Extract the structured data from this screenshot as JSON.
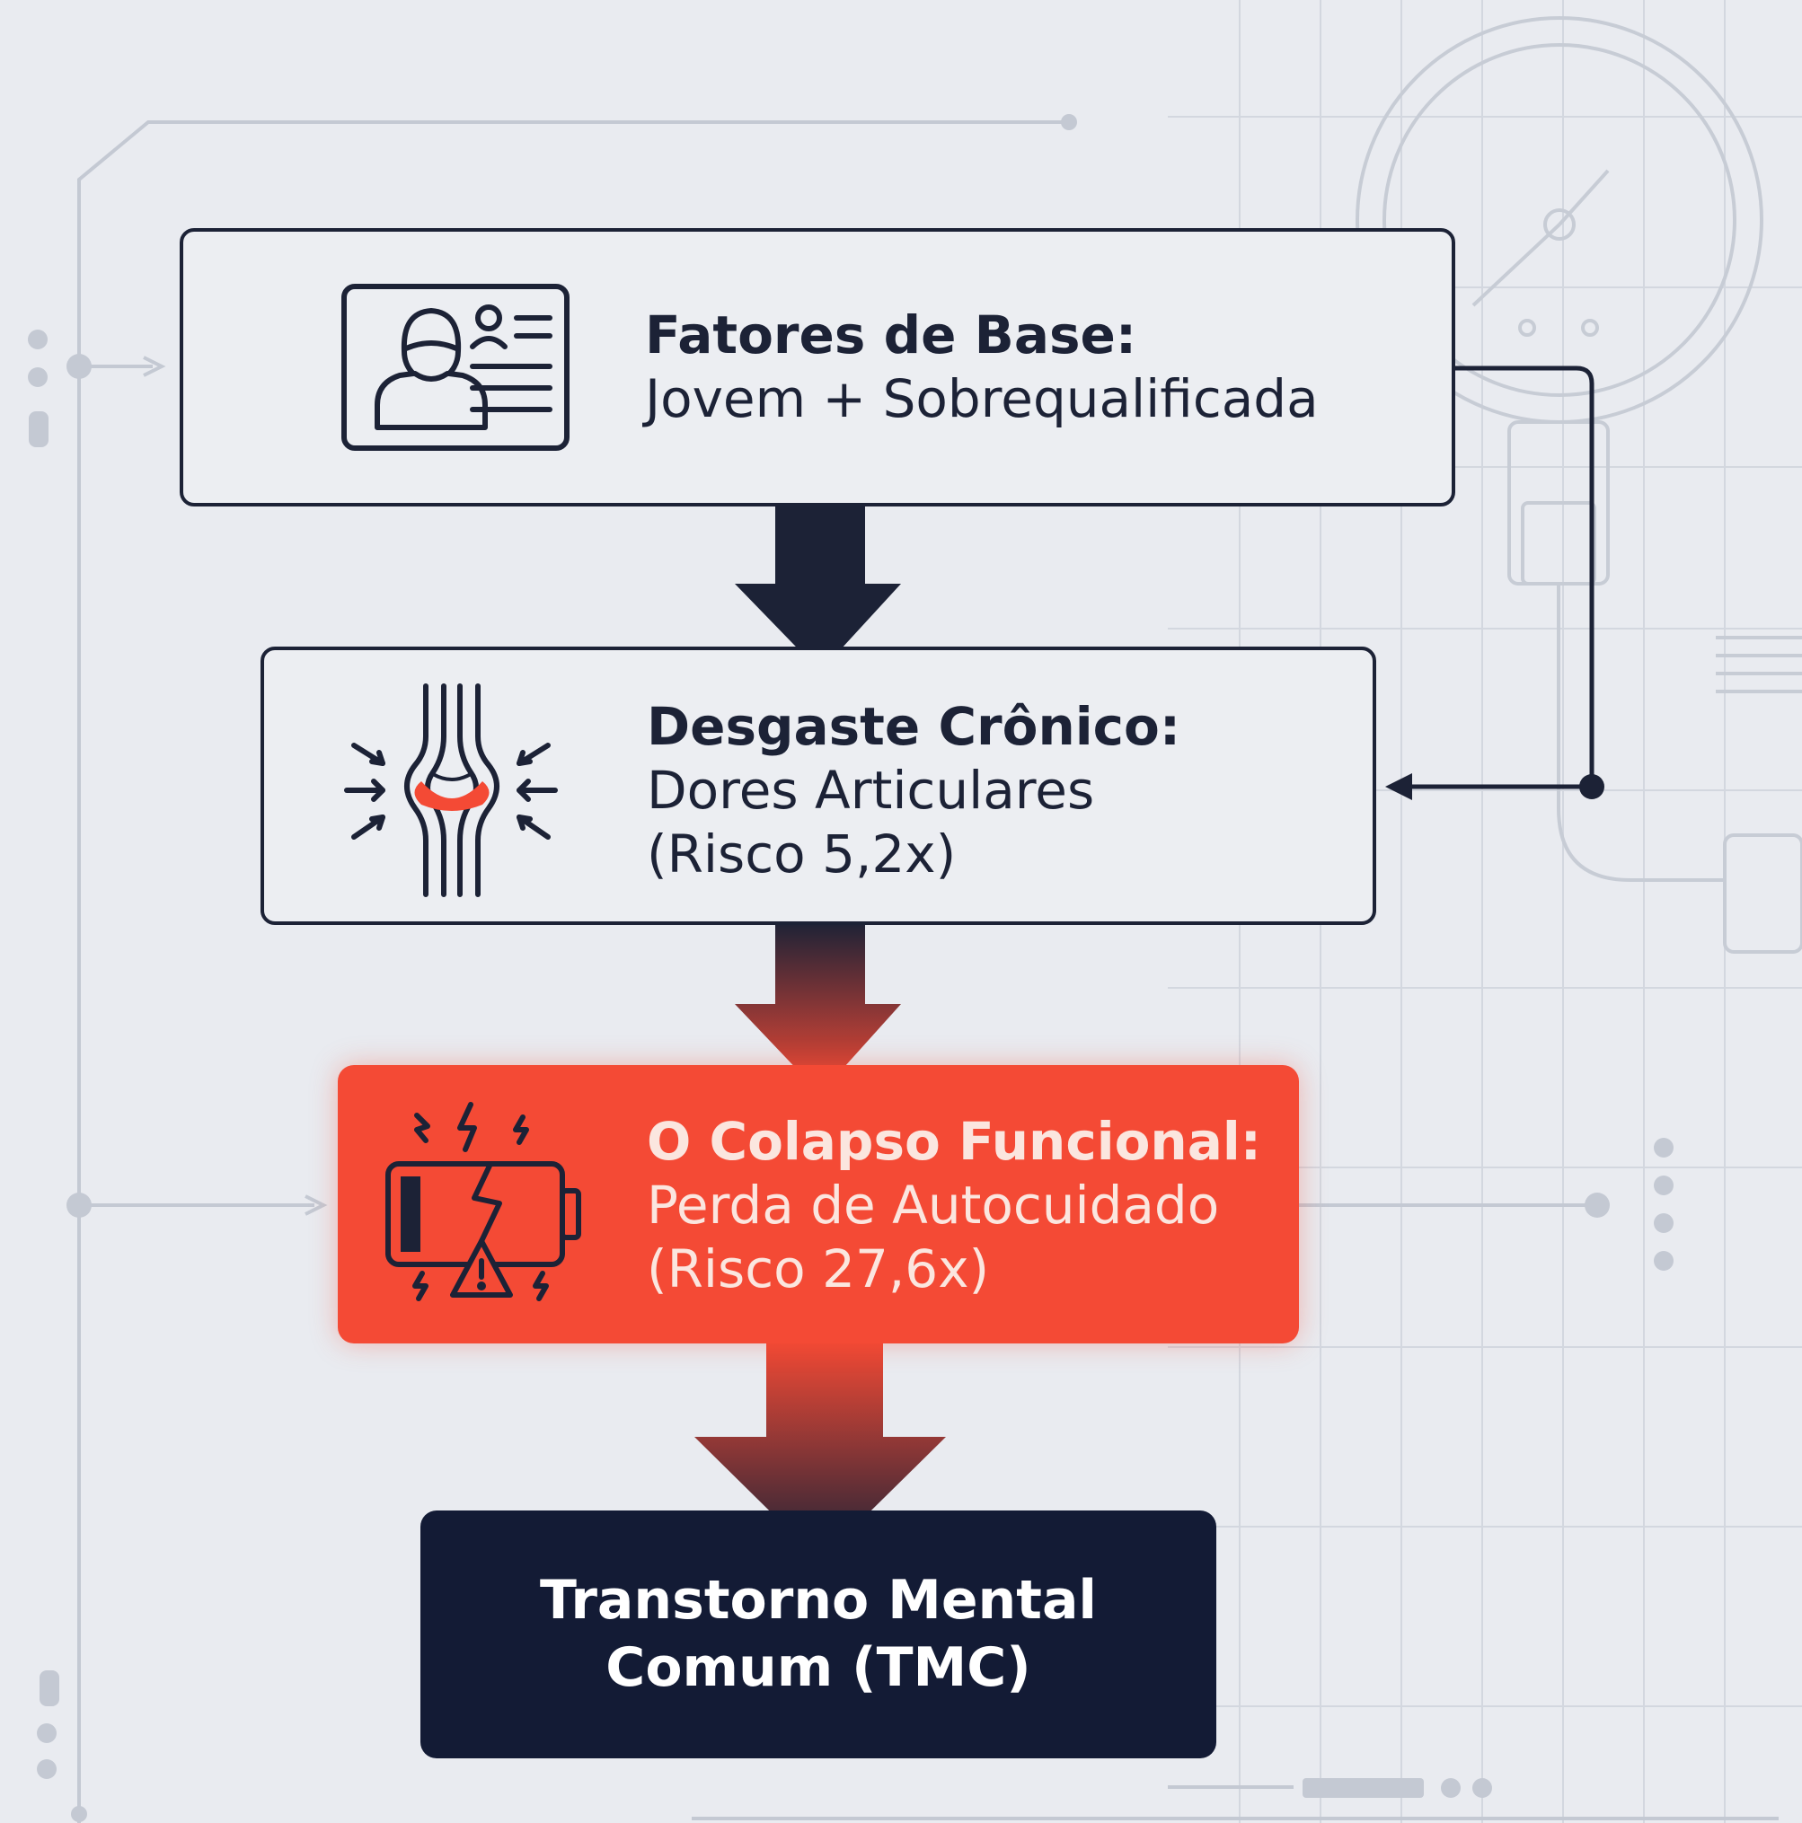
{
  "steps": [
    {
      "title": "Fatores de Base:",
      "lines": [
        "Jovem + Sobrequalificada"
      ],
      "icon": "id-card-icon"
    },
    {
      "title": "Desgaste Crônico:",
      "lines": [
        "Dores Articulares",
        "(Risco 5,2x)"
      ],
      "icon": "joint-pain-icon"
    },
    {
      "title": "O Colapso Funcional:",
      "lines": [
        "Perda de Autocuidado",
        "(Risco 27,6x)"
      ],
      "icon": "broken-battery-warning-icon"
    },
    {
      "lines": [
        "Transtorno Mental",
        "Comum (TMC)"
      ]
    }
  ],
  "colors": {
    "navy": "#1c2236",
    "red": "#f44a35",
    "dark": "#131b35",
    "background": "#e9ebf0"
  }
}
